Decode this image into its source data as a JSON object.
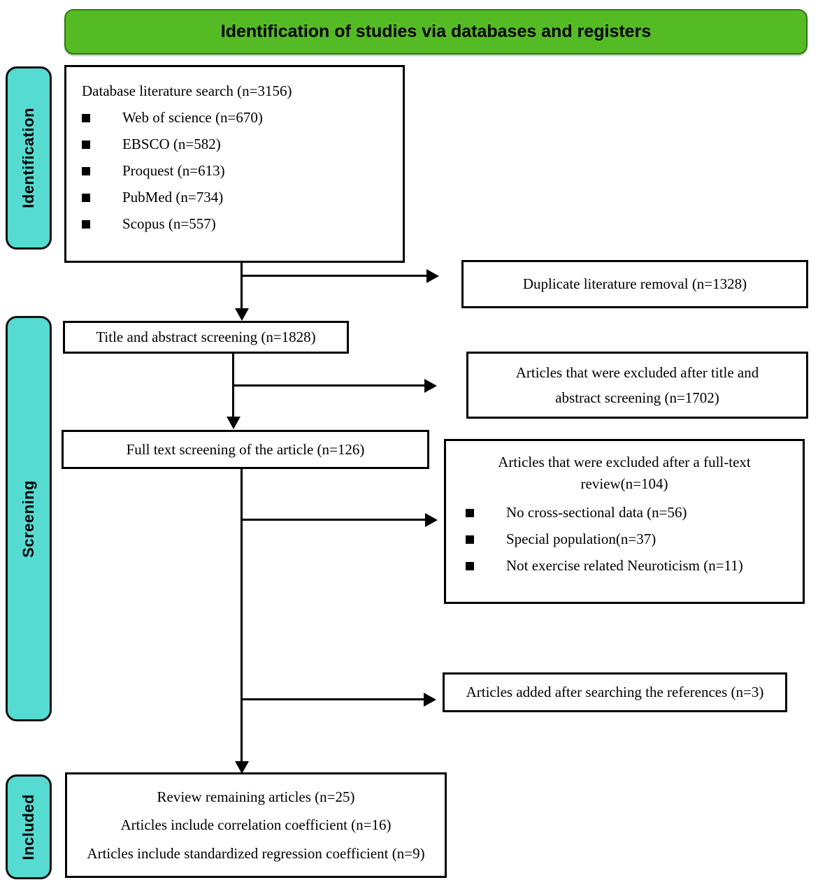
{
  "header": {
    "title": "Identification of studies via databases and registers",
    "background_color": "#55bb24",
    "border_color": "#2f7a13"
  },
  "stages": {
    "accent_color": "#55dbd1",
    "identification": "Identification",
    "screening": "Screening",
    "included": "Included"
  },
  "boxes": {
    "database": {
      "heading": "Database literature search (n=3156)",
      "items": [
        "Web of science (n=670)",
        "EBSCO (n=582)",
        "Proquest (n=613)",
        "PubMed (n=734)",
        "Scopus (n=557)"
      ]
    },
    "duplicate": {
      "text": "Duplicate literature removal (n=1328)"
    },
    "title_abstract": {
      "text": "Title and abstract screening (n=1828)"
    },
    "excluded_title": {
      "line1": "Articles that were excluded after title and",
      "line2": "abstract screening   (n=1702)"
    },
    "fulltext": {
      "text": "Full text screening of the article (n=126)"
    },
    "excluded_fulltext": {
      "line1": "Articles that were excluded after a full-text",
      "line2": "review(n=104)",
      "items": [
        "No cross-sectional data (n=56)",
        "Special population(n=37)",
        "Not exercise related Neuroticism (n=11)"
      ]
    },
    "references": {
      "text": "Articles added after searching the references (n=3)"
    },
    "included": {
      "line1": "Review remaining articles (n=25)",
      "line2": "Articles include correlation coefficient  (n=16)",
      "line3": "Articles include standardized regression coefficient (n=9)"
    }
  }
}
